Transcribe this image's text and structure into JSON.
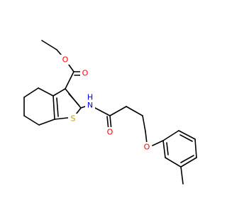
{
  "atoms": {
    "o_ester_carbonyl": {
      "symbol": "O",
      "color": "#ff0000"
    },
    "o_ester_ether": {
      "symbol": "O",
      "color": "#ff0000"
    },
    "n_amide": {
      "symbol": "N",
      "color": "#0000ff"
    },
    "h_amide": {
      "symbol": "H",
      "color": "#0000ff"
    },
    "s_thiophene": {
      "symbol": "S",
      "color": "#b8a000"
    },
    "o_amide_carbonyl": {
      "symbol": "O",
      "color": "#ff0000"
    },
    "o_aryl_ether": {
      "symbol": "O",
      "color": "#ff0000"
    }
  }
}
